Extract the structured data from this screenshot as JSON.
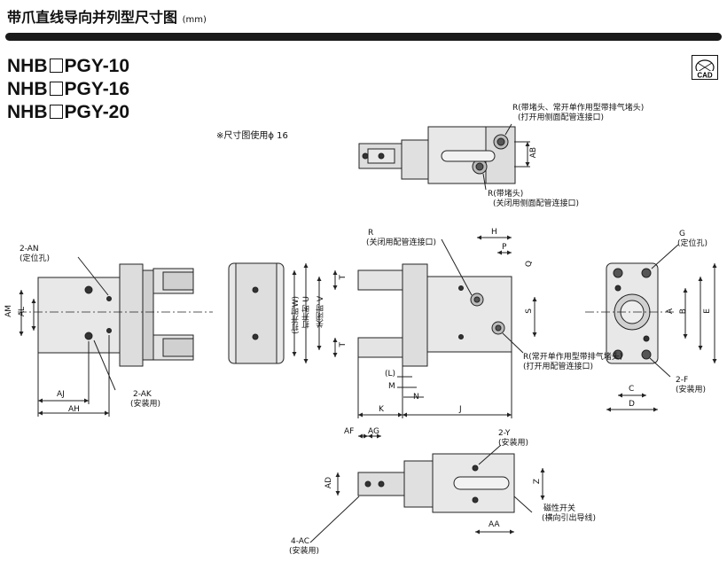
{
  "header": {
    "title": "带爪直线导向并列型尺寸图",
    "unit": "(mm)"
  },
  "models": [
    {
      "prefix": "NHB",
      "suffix": "PGY-10"
    },
    {
      "prefix": "NHB",
      "suffix": "PGY-16"
    },
    {
      "prefix": "NHB",
      "suffix": "PGY-20"
    }
  ],
  "cad_badge": "CAD",
  "note": "※尺寸图使用ϕ 16",
  "labels": {
    "top_r1_line1": "R(带堵头、常开单作用型带排气堵头)",
    "top_r1_line2": "(打开用侧面配管连接口)",
    "top_r2_line1": "R(带堵头)",
    "top_r2_line2": "(关闭用侧面配管连接口)",
    "top_ab": "AB",
    "an_line1": "2-AN",
    "an_line2": "(定位孔)",
    "am": "AM",
    "al": "AL",
    "aj": "AJ",
    "ah": "AH",
    "ak_line1": "2-AK",
    "ak_line2": "(安装用)",
    "w": "(打开时W)",
    "u": "打开时 U",
    "v": "关闭时 V",
    "r_mid_line1": "R",
    "r_mid_line2": "(关闭用配管连接口)",
    "h": "H",
    "p": "P",
    "q": "Q",
    "t1": "T",
    "t2": "T",
    "s": "S",
    "r_bot_line1": "R(常开单作用型带排气堵头)",
    "r_bot_line2": "(打开用配管连接口)",
    "l": "(L)",
    "m": "M",
    "n": "N",
    "k": "K",
    "j": "J",
    "g_line1": "G",
    "g_line2": "(定位孔)",
    "a": "A",
    "b": "B",
    "e": "E",
    "f_line1": "2-F",
    "f_line2": "(安装用)",
    "c": "C",
    "d": "D",
    "af": "AF",
    "ag": "AG",
    "ad": "AD",
    "y_line1": "2-Y",
    "y_line2": "(安装用)",
    "z": "Z",
    "switch_line1": "磁性开关",
    "switch_line2": "(横向引出导线)",
    "aa": "AA",
    "ac_line1": "4-AC",
    "ac_line2": "(安装用)"
  }
}
